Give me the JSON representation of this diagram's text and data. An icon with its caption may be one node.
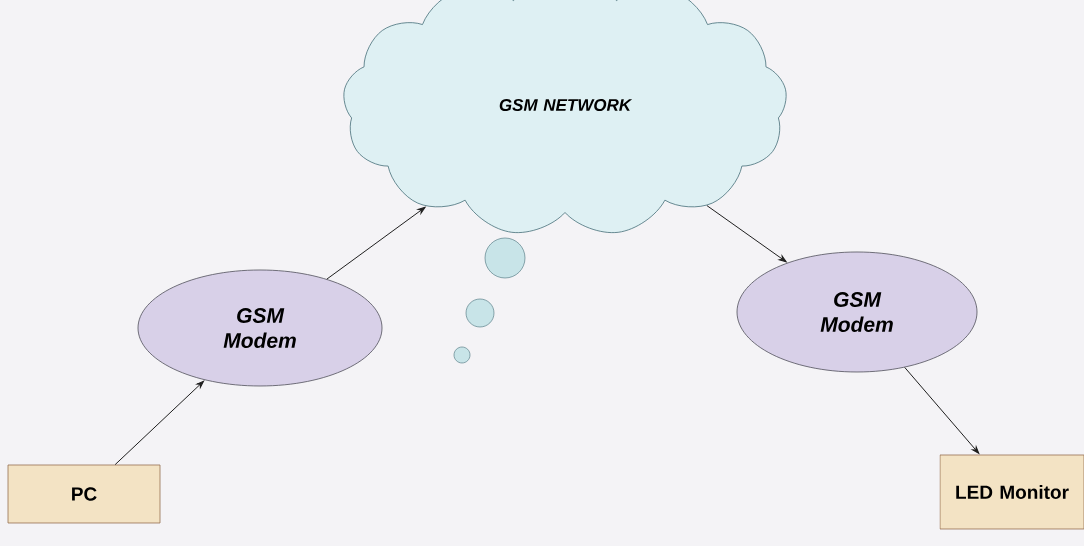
{
  "diagram": {
    "nodes": [
      {
        "text": [
          "GSM NETWORK"
        ]
      },
      {
        "text": [
          "GSM Modem"
        ]
      },
      {
        "text": [
          "GSM Modem"
        ]
      },
      {
        "text": [
          "PC"
        ]
      },
      {
        "text": [
          "LED Monitor"
        ]
      }
    ],
    "edges": [
      {
        "from": 3,
        "to": 1,
        "arrow": "to"
      },
      {
        "from": 1,
        "to": 0,
        "arrow": "to"
      },
      {
        "from": 0,
        "to": 2,
        "arrow": "to"
      },
      {
        "from": 2,
        "to": 4,
        "arrow": "to"
      }
    ]
  }
}
